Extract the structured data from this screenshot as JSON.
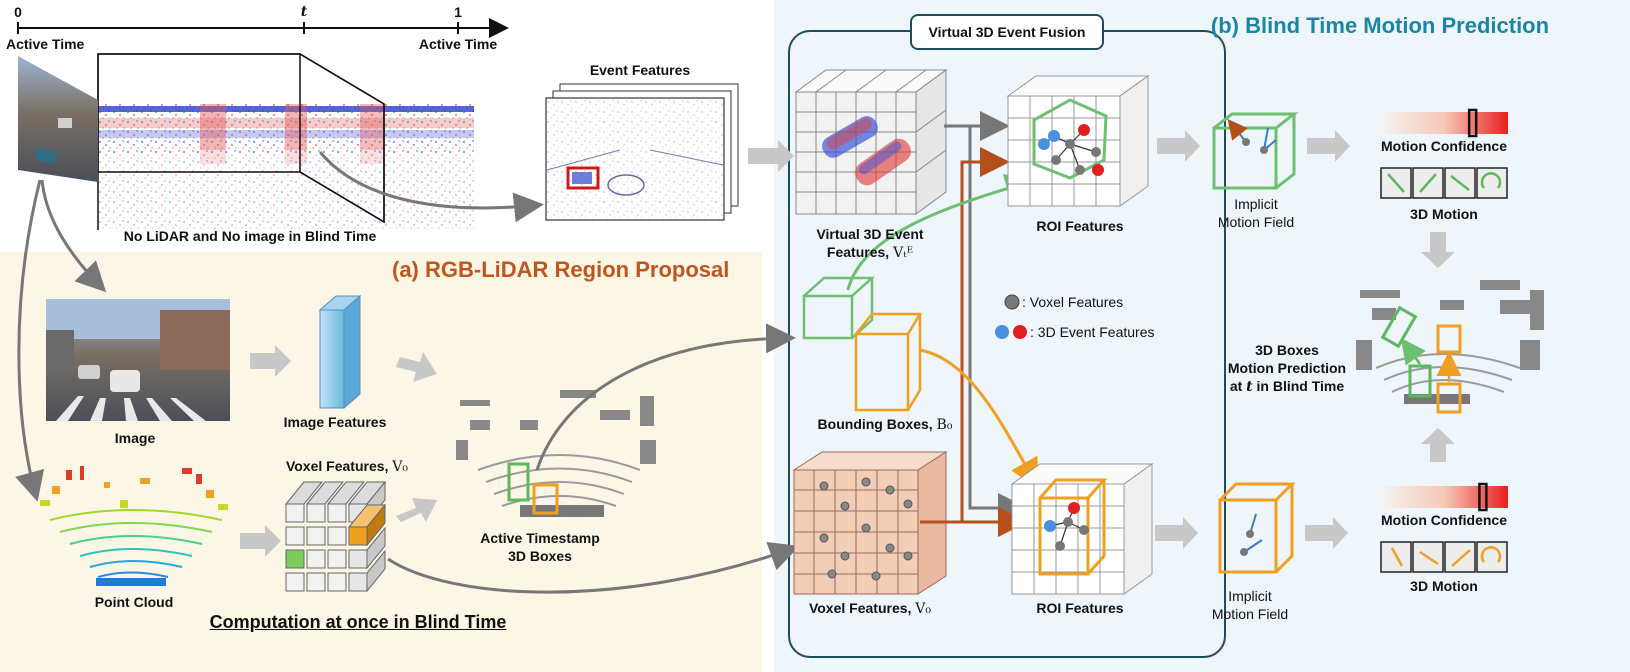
{
  "timeline": {
    "start": "0",
    "mid": "t",
    "end": "1",
    "start_label": "Active Time",
    "end_label": "Active Time"
  },
  "event_stream": {
    "caption": "No LiDAR and No image in Blind Time"
  },
  "event_features": {
    "title": "Event Features"
  },
  "panel_a": {
    "title": "(a) RGB-LiDAR Region Proposal",
    "image_caption": "Image",
    "image_features": "Image Features",
    "voxel_features": "Voxel Features, ",
    "voxel_symbol": "V₀",
    "point_cloud": "Point Cloud",
    "boxes_line1": "Active Timestamp",
    "boxes_line2": "3D Boxes",
    "footer": "Computation at once in Blind Time"
  },
  "fusion": {
    "title": "Virtual 3D Event Fusion",
    "event_feat_line1": "Virtual 3D Event",
    "event_feat_line2": "Features, ",
    "event_feat_symbol": "Vₜᴱ",
    "roi_top": "ROI Features",
    "roi_bottom": "ROI Features",
    "legend_voxel": ": Voxel Features",
    "legend_event": ": 3D Event Features",
    "bbox_label": "Bounding Boxes, ",
    "bbox_symbol": "B₀",
    "voxel_label": "Voxel Features, ",
    "voxel_symbol": "V₀"
  },
  "panel_b": {
    "title": "(b) Blind Time Motion Prediction",
    "imf_top_line1": "Implicit",
    "imf_top_line2": "Motion Field",
    "imf_bottom_line1": "Implicit",
    "imf_bottom_line2": "Motion Field",
    "confidence_top": "Motion Confidence",
    "confidence_bottom": "Motion Confidence",
    "motion_top": "3D Motion",
    "motion_bottom": "3D Motion",
    "prediction_line1": "3D Boxes",
    "prediction_line2": "Motion Prediction",
    "prediction_line3_pre": "at ",
    "prediction_line3_t": "t",
    "prediction_line3_post": " in Blind Time"
  },
  "colors": {
    "green": "#5cb85c",
    "orange": "#f0a020",
    "brown_arrow": "#b5501c",
    "panel_a_bg": "#fcf6e6",
    "panel_b_bg": "#eef5fb",
    "event_blue": "#2b4fd6",
    "event_red": "#e0302a"
  },
  "confidence_levels": {
    "top": 0.72,
    "bottom": 0.8
  }
}
